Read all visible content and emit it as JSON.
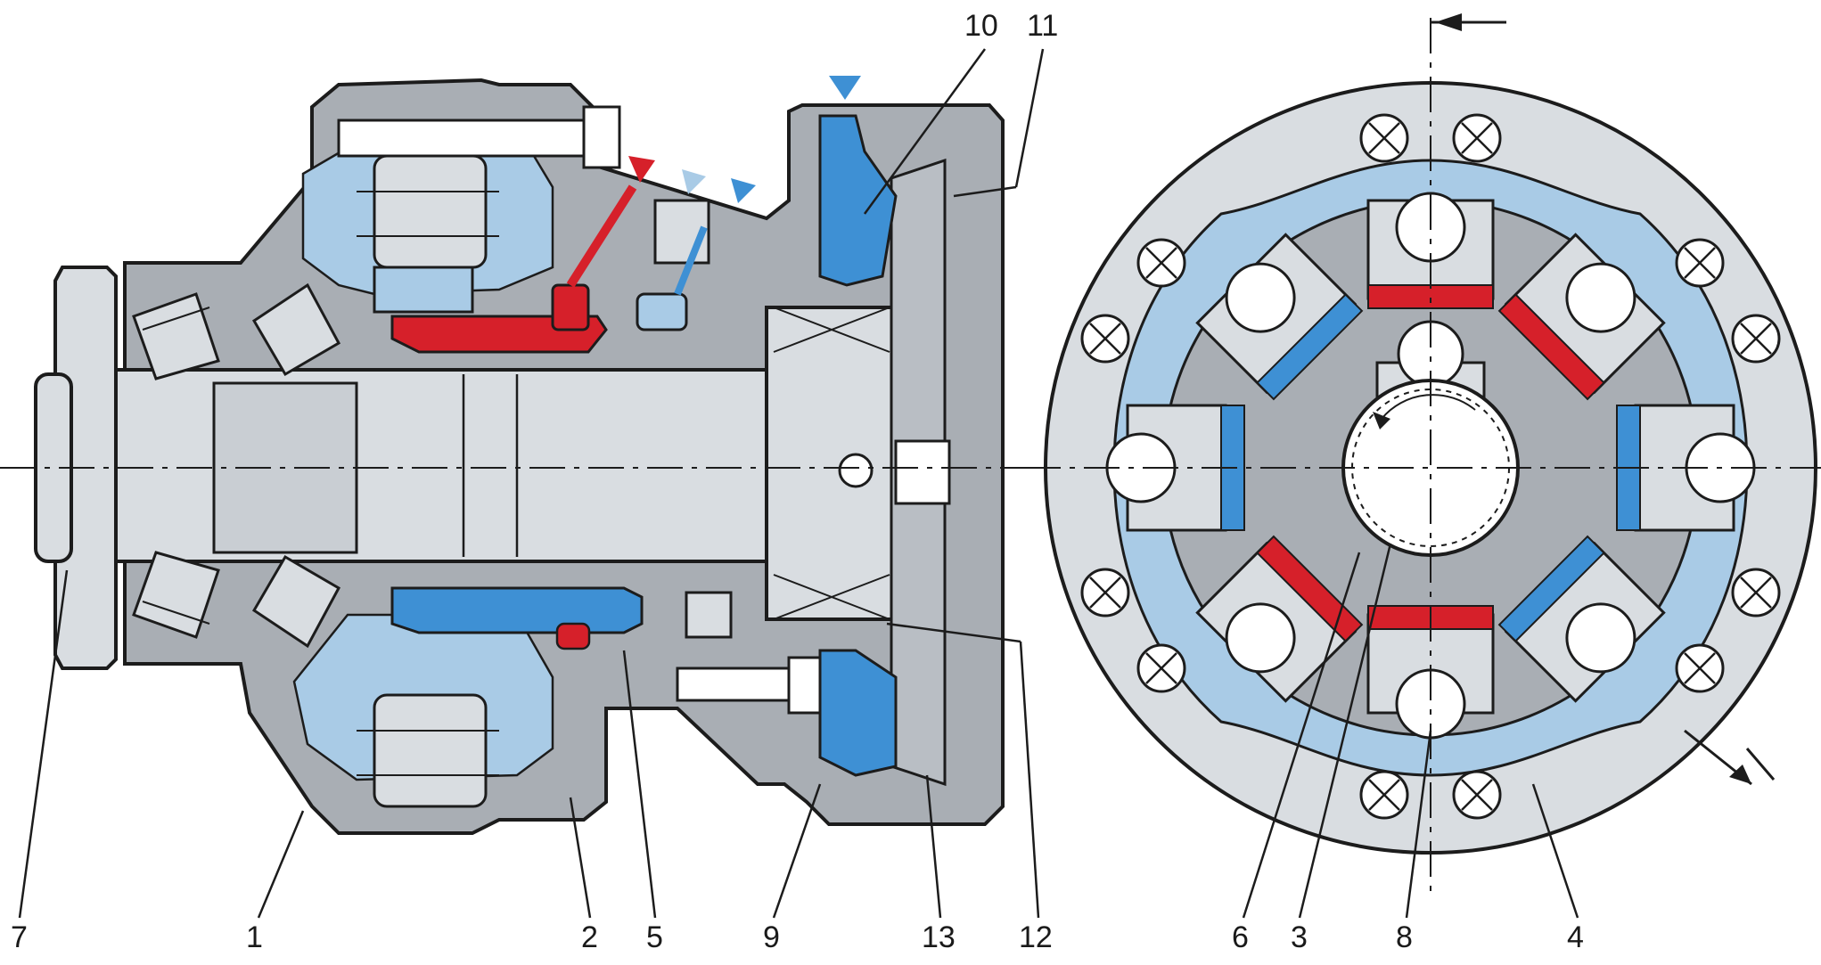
{
  "colors": {
    "housing": "#a9aeb4",
    "housing_dark": "#8e949b",
    "steel": "#d9dde1",
    "oil_blue": "#a9cbe6",
    "blue": "#3e90d4",
    "red": "#d6202a",
    "line": "#1c1c1c"
  },
  "callouts": [
    {
      "id": "7",
      "text": "7"
    },
    {
      "id": "1",
      "text": "1"
    },
    {
      "id": "2",
      "text": "2"
    },
    {
      "id": "5",
      "text": "5"
    },
    {
      "id": "9",
      "text": "9"
    },
    {
      "id": "13",
      "text": "13"
    },
    {
      "id": "12",
      "text": "12"
    },
    {
      "id": "10",
      "text": "10"
    },
    {
      "id": "11",
      "text": "11"
    },
    {
      "id": "6",
      "text": "6"
    },
    {
      "id": "3",
      "text": "3"
    },
    {
      "id": "8",
      "text": "8"
    },
    {
      "id": "4",
      "text": "4"
    }
  ]
}
